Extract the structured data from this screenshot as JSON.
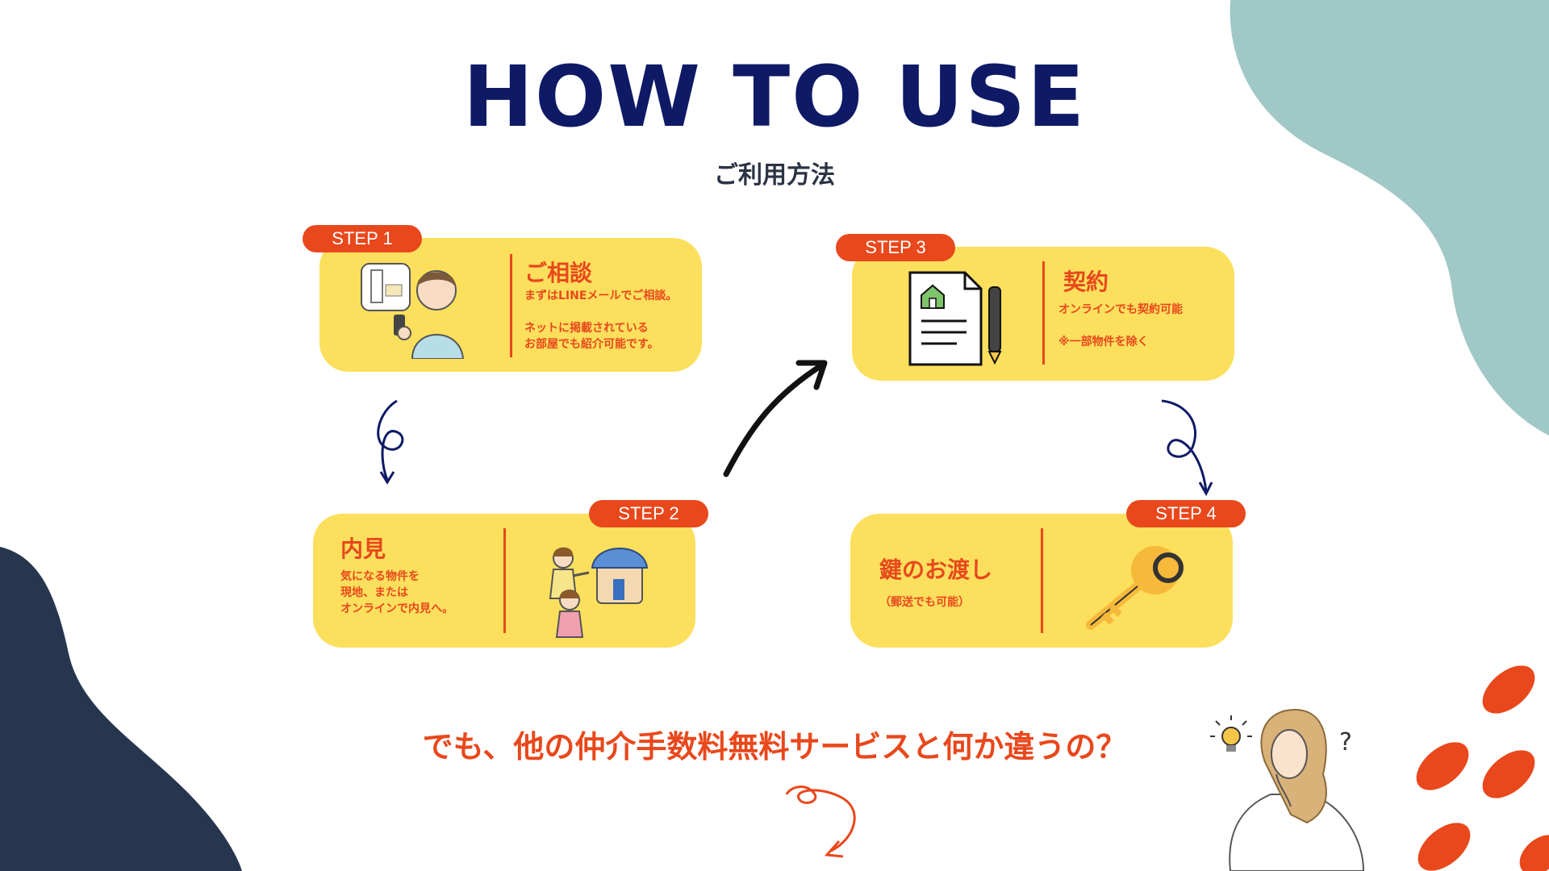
{
  "header": {
    "title": "HOW TO USE",
    "subtitle": "ご利用方法"
  },
  "steps": [
    {
      "badge": "STEP 1",
      "title": "ご相談",
      "lines": "まずはLINEメールでご相談。\n\nネットに掲載されている\nお部屋でも紹介可能です。",
      "icon": "person-phone-icon"
    },
    {
      "badge": "STEP 2",
      "title": "内見",
      "lines": "気になる物件を\n現地、または\nオンラインで内見へ。",
      "icon": "house-visit-icon"
    },
    {
      "badge": "STEP 3",
      "title": "契約",
      "lines": "オンラインでも契約可能\n\n※一部物件を除く",
      "icon": "contract-document-icon"
    },
    {
      "badge": "STEP 4",
      "title": "鍵のお渡し",
      "lines": "（郵送でも可能）",
      "icon": "key-icon"
    }
  ],
  "footer": {
    "question": "でも、他の仲介手数料無料サービスと何か違うの？"
  },
  "colors": {
    "navy": "#0f1a66",
    "orange": "#e8481c",
    "card": "#fcdf5d",
    "teal": "#a0c8c6",
    "darkblob": "#27364f"
  }
}
